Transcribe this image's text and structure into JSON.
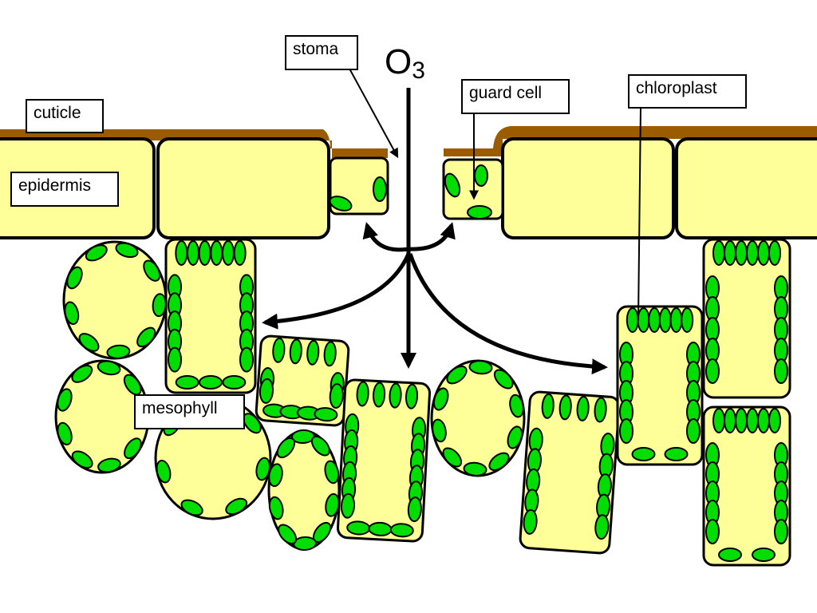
{
  "labels": {
    "stoma": "stoma",
    "guard_cell": "guard cell",
    "chloroplast": "chloroplast",
    "cuticle": "cuticle",
    "epidermis": "epidermis",
    "mesophyll": "mesophyll"
  },
  "gas": {
    "symbol": "O",
    "subscript": "3"
  },
  "colors": {
    "cell_fill": "#ffff99",
    "chloroplast_fill": "#00dd00",
    "cuticle": "#9b5c00",
    "outline": "#000000"
  }
}
